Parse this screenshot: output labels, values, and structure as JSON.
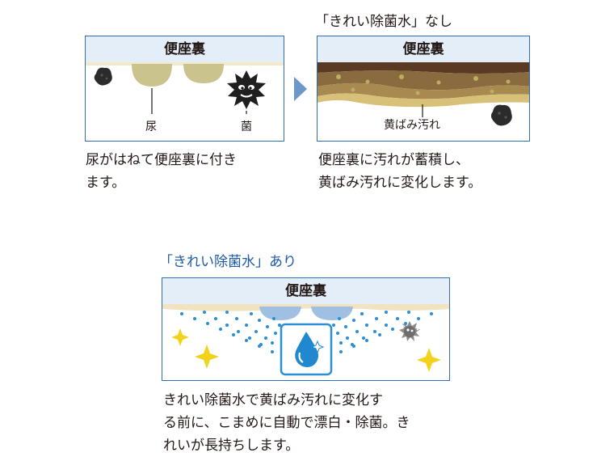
{
  "panel_top_left": {
    "header": "便座裏",
    "label_left": "尿",
    "label_right": "菌",
    "caption_line1": "尿がはねて便座裏に付き",
    "caption_line2": "ます。"
  },
  "panel_top_right": {
    "title": "「きれい除菌水」なし",
    "header": "便座裏",
    "label": "黄ばみ汚れ",
    "caption_line1": "便座裏に汚れが蓄積し、",
    "caption_line2": "黄ばみ汚れに変化します。"
  },
  "panel_bottom": {
    "title": "「きれい除菌水」あり",
    "header": "便座裏",
    "caption_line1": "きれい除菌水で黄ばみ汚れに変化す",
    "caption_line2": "る前に、こまめに自動で漂白・除菌。き",
    "caption_line3": "れいが長持ちします。"
  },
  "colors": {
    "frame": "#2f6db4",
    "header_bg": "#e3eef8",
    "title_blue": "#1d5aa6",
    "urine": "#cbc38e",
    "dirt_dark": "#5a3a22",
    "dirt_mid": "#8a6b3f",
    "dirt_light": "#c6aa64",
    "spray_dots": "#2b8fd6",
    "sparkle": "#f2d21a",
    "water_drop": "#1f88cf"
  }
}
